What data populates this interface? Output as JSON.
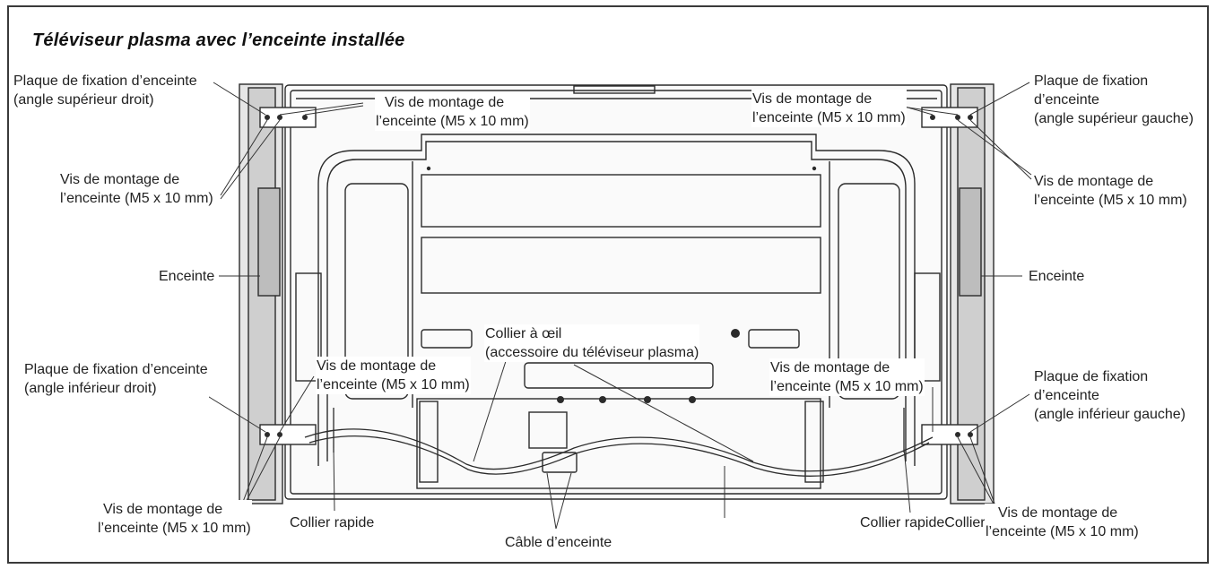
{
  "title": "Téléviseur plasma avec l’enceinte installée",
  "labels": {
    "plate_top_right": [
      "Plaque de fixation d’enceinte",
      "(angle supérieur droit)"
    ],
    "screws_top_left_inner": [
      "Vis de montage de",
      "l’enceinte (M5 x 10 mm)"
    ],
    "screws_top_right_inner": [
      "Vis de montage de",
      "l’enceinte (M5 x 10 mm)"
    ],
    "plate_top_left": [
      "Plaque de fixation",
      "d’enceinte",
      "(angle supérieur gauche)"
    ],
    "screws_left_upper": [
      "Vis de montage de",
      "l’enceinte (M5 x 10 mm)"
    ],
    "screws_right_upper": [
      "Vis de montage de",
      "l’enceinte (M5 x 10 mm)"
    ],
    "speaker_left": "Enceinte",
    "speaker_right": "Enceinte",
    "eye_clamp": [
      "Collier à œil",
      "(accessoire du téléviseur plasma)"
    ],
    "plate_bottom_right": [
      "Plaque de fixation d’enceinte",
      "(angle inférieur droit)"
    ],
    "screws_bottom_left_inner": [
      "Vis de montage de",
      "l’enceinte (M5 x 10 mm)"
    ],
    "screws_bottom_right_inner": [
      "Vis de montage de",
      "l’enceinte (M5 x 10 mm)"
    ],
    "plate_bottom_left": [
      "Plaque de fixation",
      "d’enceinte",
      "(angle inférieur gauche)"
    ],
    "screws_bottom_left_outer": [
      "Vis de montage de",
      "l’enceinte (M5 x 10 mm)"
    ],
    "quick_clamp_left": "Collier rapide",
    "speaker_cable": "Câble d’enceinte",
    "quick_clamp_right": "Collier rapideCollier rapide",
    "screws_bottom_right_outer": [
      "Vis de montage de",
      "l’enceinte (M5 x 10 mm)"
    ]
  }
}
